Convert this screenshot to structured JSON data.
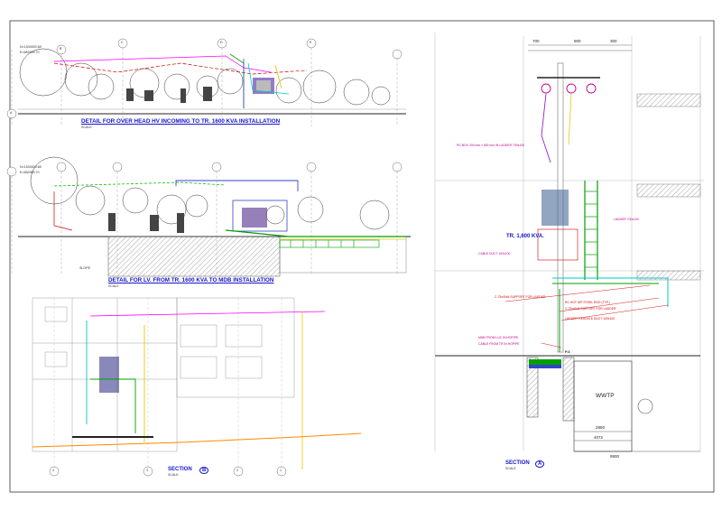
{
  "sheet": {
    "titles": {
      "overhead_detail": "DETAIL FOR OVER HEAD HV INCOMING TO TR. 1600 KVA INSTALLATION",
      "lv_detail": "DETAIL FOR LV. FROM TR. 1600 KVA TO MDB INSTALLATION",
      "section_bb": "SECTION",
      "section_bb_mark": "B",
      "section_aa": "SECTION",
      "section_aa_mark": "A"
    },
    "coords_top": {
      "n": "N=1534920.68",
      "e": "E=682909.70"
    },
    "coords_mid": {
      "n": "N=1534920.68",
      "e": "E=682909.70"
    },
    "scale_label": "SCALE",
    "transformer_label": "TR. 1,600 KVA.",
    "wwtp_label": "WWTP",
    "slope_label": "SLOPE",
    "grid_marks_top": [
      "A",
      "B",
      "C",
      "D",
      "E"
    ],
    "grid_marks_bottom": [
      "4",
      "3",
      "2",
      "1"
    ],
    "section_aa_callouts": [
      "RC BOX 200 mm x 300 mm IN LADDER 700x100",
      "LADDER 700x100",
      "CABLE DUCT 100x100",
      "C-75x40x5 SUPPORT FOR LADDER",
      "RC HOT DIP STEEL ROD (TYP.)",
      "C-75x40x5 SUPPORT FOR LADDER",
      "LADDER 700x100 & DUCT 100x100",
      "MDB FROM LUC IN HOPIPE",
      "CABLE FROM TR IN HOPIPE"
    ],
    "dimensions_aa": [
      "700",
      "900",
      "300",
      "2850",
      "4072",
      "9900"
    ],
    "pole_mark": "P.3"
  }
}
